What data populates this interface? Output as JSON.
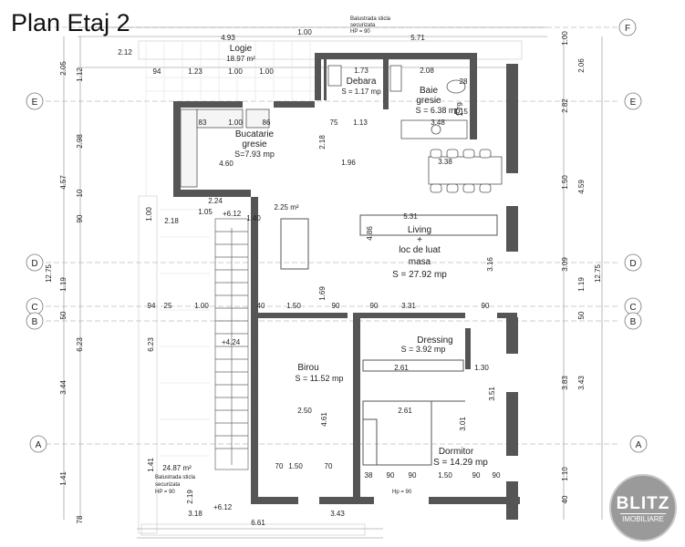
{
  "title": "Plan Etaj 2",
  "logo": {
    "text": "BLITZ",
    "subtitle": "IMOBILIARE"
  },
  "grid_labels": {
    "F": "F",
    "E": "E",
    "D": "D",
    "C": "C",
    "B": "B",
    "A": "A"
  },
  "rooms": {
    "logie": {
      "name": "Logie",
      "area": "18.97 m²"
    },
    "debara": {
      "name": "Debara",
      "area": "S = 1.17 mp"
    },
    "baie": {
      "name1": "Baie",
      "name2": "gresie",
      "area": "S = 6.38 mp"
    },
    "bucatarie": {
      "name1": "Bucatarie",
      "name2": "gresie",
      "area": "S=7.93 mp"
    },
    "living": {
      "name1": "Living",
      "name2": "+",
      "name3": "loc de luat",
      "name4": "masa",
      "area": "S = 27.92 mp"
    },
    "dressing": {
      "name": "Dressing",
      "area": "S = 3.92 mp"
    },
    "birou": {
      "name": "Birou",
      "area": "S = 11.52 mp"
    },
    "dormitor": {
      "name": "Dormitor",
      "area": "S = 14.29 mp"
    },
    "hall_area": "2.25 m²",
    "stair_area": "24.87 m²"
  },
  "notes": {
    "balustrada_top_1": "Balustrada sticla",
    "balustrada_top_2": "securizata",
    "balustrada_top_3": "HP = 90",
    "balustrada_bottom_1": "Balustrada sticla",
    "balustrada_bottom_2": "securizata",
    "balustrada_bottom_3": "HP = 90",
    "level_1": "+6.12",
    "level_2": "+4.24",
    "level_3": "+6.12",
    "hp_90": "Hp = 90"
  },
  "dims_top": {
    "d1": "4.93",
    "d2": "1.00",
    "d3": "5.71",
    "d4": "2.12",
    "d5": "94",
    "d6": "1.23",
    "d7": "1.00",
    "d8": "1.00",
    "d9": "1.73",
    "d10": "2.08",
    "d11": "28",
    "d12": "1.15"
  },
  "dims_left": {
    "a": "2.05",
    "b": "1.12",
    "c": "2.98",
    "d": "4.57",
    "e": "10",
    "f": "90",
    "g": "12.75",
    "h": "1.19",
    "i": "50",
    "j": "6.23",
    "k": "3.44",
    "l": "1.41",
    "m": "78",
    "n": "6.23",
    "o": "2.18",
    "p": "1.00",
    "q": "2.19",
    "r": "1.41"
  },
  "dims_right": {
    "a": "1.00",
    "b": "2.06",
    "c": "2.82",
    "d": "4.59",
    "e": "1.50",
    "f": "3.09",
    "g": "12.75",
    "h": "1.19",
    "i": "50",
    "j": "3.83",
    "k": "3.43",
    "l": "1.10",
    "m": "40"
  },
  "dims_bottom": {
    "a": "3.18",
    "b": "6.61",
    "c": "3.43",
    "d": "70",
    "e": "1.50",
    "f": "70",
    "g": "38",
    "h": "90",
    "i": "90",
    "j": "1.50",
    "k": "90",
    "l": "90"
  },
  "dims_inner": {
    "k1": "4.60",
    "k2": "83",
    "k3": "86",
    "k4": "1.00",
    "k5": "2.24",
    "k6": "1.05",
    "k7": "2.18",
    "k8": "1.40",
    "l1": "1.96",
    "l2": "3.38",
    "l3": "5.31",
    "l4": "4.86",
    "l5": "3.16",
    "l6": "1.69",
    "l7": "3.31",
    "l8": "75",
    "l9": "1.13",
    "l10": "2.18",
    "l11": "3.48",
    "l12": "1.79",
    "b1": "2.50",
    "b2": "4.61",
    "b3": "2.61",
    "b4": "1.30",
    "b5": "2.61",
    "b6": "3.01",
    "b7": "3.51",
    "c1": "94",
    "c2": "25",
    "c3": "1.00",
    "c4": "40",
    "c5": "1.50",
    "c6": "90",
    "c7": "90",
    "c8": "90"
  }
}
